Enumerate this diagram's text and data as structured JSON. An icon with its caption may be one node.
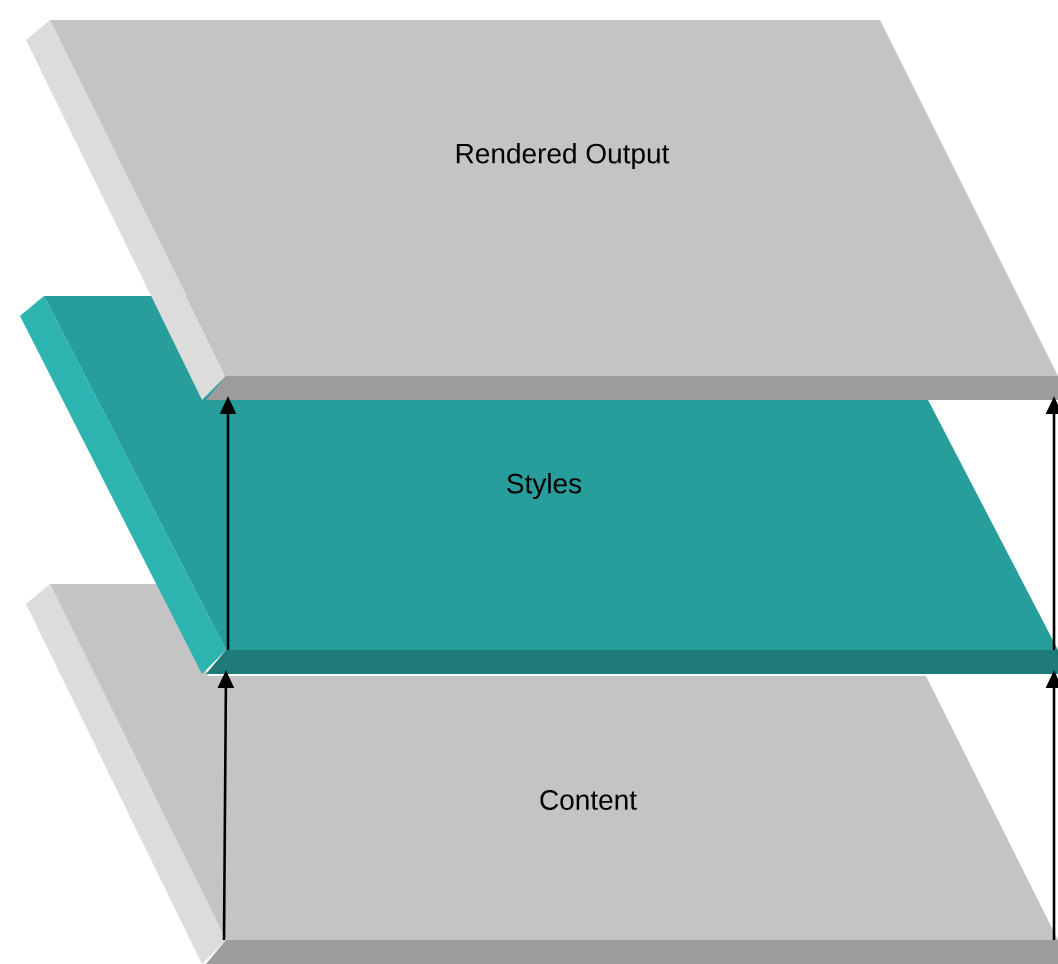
{
  "diagram": {
    "nodes": [
      {
        "text": [
          "Rendered Output"
        ]
      },
      {
        "text": [
          "Styles"
        ]
      },
      {
        "text": [
          "Content"
        ]
      }
    ],
    "edges": [
      {
        "from": 2,
        "to": 1,
        "arrow": "to"
      },
      {
        "from": 2,
        "to": 1,
        "arrow": "to"
      },
      {
        "from": 1,
        "to": 0,
        "arrow": "to"
      },
      {
        "from": 1,
        "to": 0,
        "arrow": "to"
      }
    ]
  }
}
